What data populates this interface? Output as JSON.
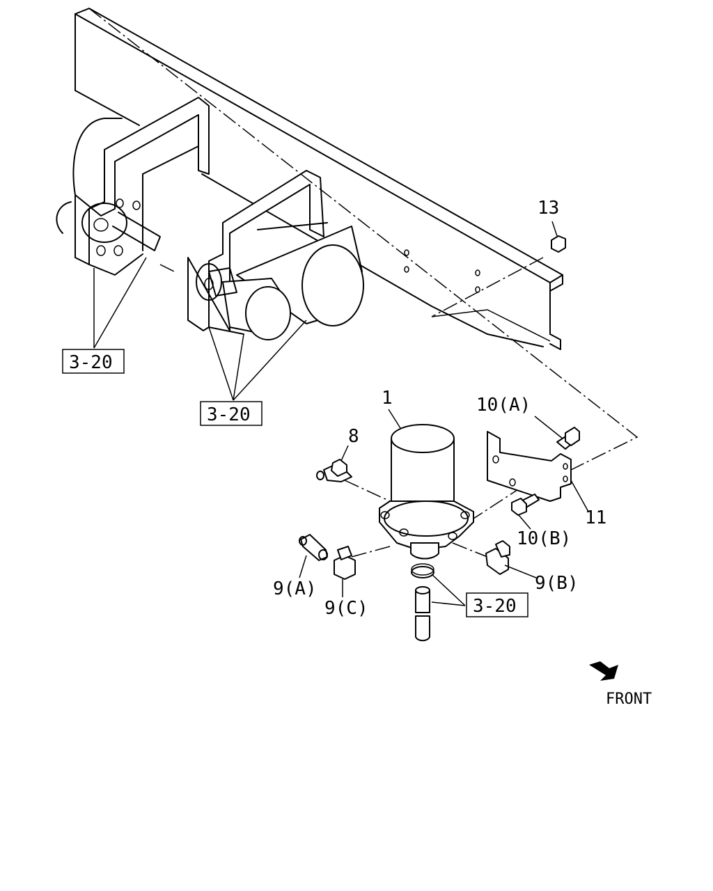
{
  "labels": {
    "part_1": "1",
    "part_8": "8",
    "part_9a": "9(A)",
    "part_9b": "9(B)",
    "part_9c": "9(C)",
    "part_10a": "10(A)",
    "part_10b": "10(B)",
    "part_11": "11",
    "part_13": "13",
    "ref_left": "3-20",
    "ref_center": "3-20",
    "ref_bottom": "3-20"
  },
  "front_label": "FRONT"
}
